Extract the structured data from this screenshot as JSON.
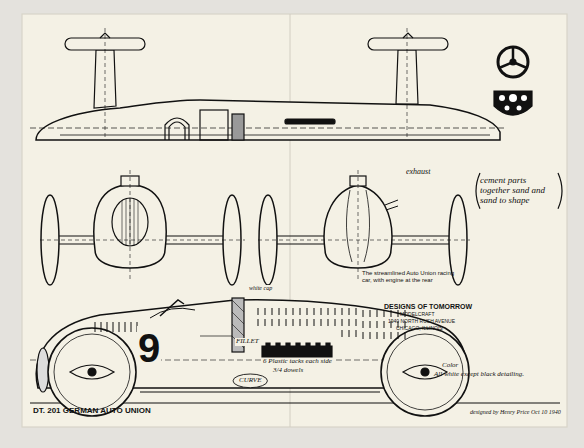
{
  "diagram": {
    "title": "DT. 201 GERMAN AUTO UNION",
    "labels": [
      "cement parts together sand and sand to shape",
      "exhaust",
      "The streamlined Auto Union racing car, with engine at the rear",
      "DESIGNS OF TOMORROW",
      "MODELCRAFT",
      "1940 NORTH RUSH AVENUE",
      "CHICAGO, ILLINOIS",
      "white cap",
      "9",
      "FILLET",
      "6 Plastic tacks each side",
      "3/4 dowels",
      "CURVE",
      "Color",
      "All white except black detailing.",
      "designed by Henry Price Oct 10 1940"
    ]
  }
}
